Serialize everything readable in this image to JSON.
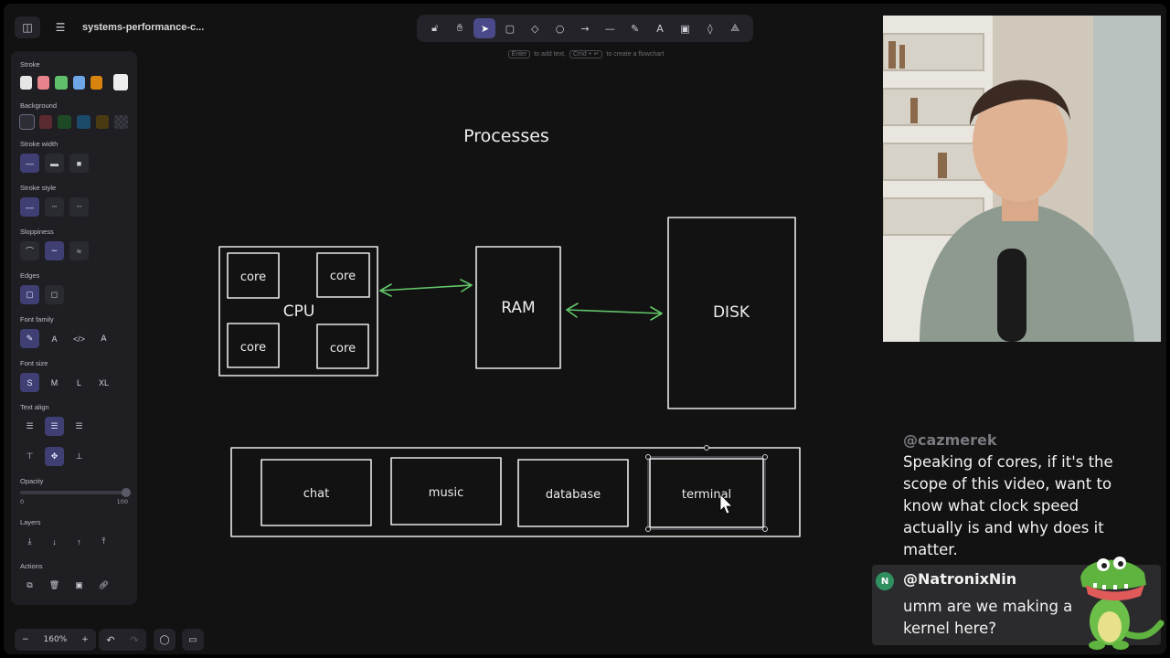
{
  "app": {
    "doc_title": "systems-performance-c..."
  },
  "toolbar": {
    "tools": [
      {
        "name": "lock-tool",
        "glyph": "🔓︎",
        "active": false
      },
      {
        "name": "hand-tool",
        "glyph": "✋︎",
        "active": false
      },
      {
        "name": "selection-tool",
        "glyph": "➤",
        "active": true
      },
      {
        "name": "rectangle-tool",
        "glyph": "▢",
        "active": false
      },
      {
        "name": "diamond-tool",
        "glyph": "◇",
        "active": false
      },
      {
        "name": "ellipse-tool",
        "glyph": "○",
        "active": false
      },
      {
        "name": "arrow-tool",
        "glyph": "→",
        "active": false
      },
      {
        "name": "line-tool",
        "glyph": "—",
        "active": false
      },
      {
        "name": "draw-tool",
        "glyph": "✎",
        "active": false
      },
      {
        "name": "text-tool",
        "glyph": "A",
        "active": false
      },
      {
        "name": "image-tool",
        "glyph": "▣",
        "active": false
      },
      {
        "name": "eraser-tool",
        "glyph": "◊",
        "active": false
      },
      {
        "name": "more-tools",
        "glyph": "⟁",
        "active": false
      }
    ],
    "hint_key1": "Enter",
    "hint_text1": "to add text,",
    "hint_key2": "Cmd + ↵",
    "hint_text2": "to create a flowchart"
  },
  "panel": {
    "stroke_label": "Stroke",
    "stroke_colors": [
      "#e6e6e6",
      "#e8838c",
      "#5fbf6a",
      "#6fa6e8",
      "#d9840e"
    ],
    "stroke_current": "#ededed",
    "background_label": "Background",
    "background_colors": [
      "#2d2d35",
      "#5c2b30",
      "#1d4a25",
      "#1c4a6a",
      "#4a3a12"
    ],
    "stroke_width_label": "Stroke width",
    "stroke_style_label": "Stroke style",
    "sloppiness_label": "Sloppiness",
    "edges_label": "Edges",
    "font_family_label": "Font family",
    "font_size_label": "Font size",
    "font_sizes": [
      "S",
      "M",
      "L",
      "XL"
    ],
    "text_align_label": "Text align",
    "opacity_label": "Opacity",
    "opacity_min": "0",
    "opacity_max": "100",
    "layers_label": "Layers",
    "actions_label": "Actions"
  },
  "bottom": {
    "zoom": "160%",
    "zoom_out": "−",
    "zoom_in": "+"
  },
  "diagram": {
    "title": "Processes",
    "cpu_label": "CPU",
    "core_label": "core",
    "ram_label": "RAM",
    "disk_label": "DISK",
    "processes": [
      "chat",
      "music",
      "database",
      "terminal"
    ]
  },
  "chat": {
    "prev_user": "@cazmerek",
    "prev_message": "Speaking of cores, if it's the scope of this video, want to know what clock speed actually is and why does it matter.",
    "avatar_initial": "N",
    "user": "@NatronixNin",
    "message": "umm are we making a kernel here?"
  }
}
